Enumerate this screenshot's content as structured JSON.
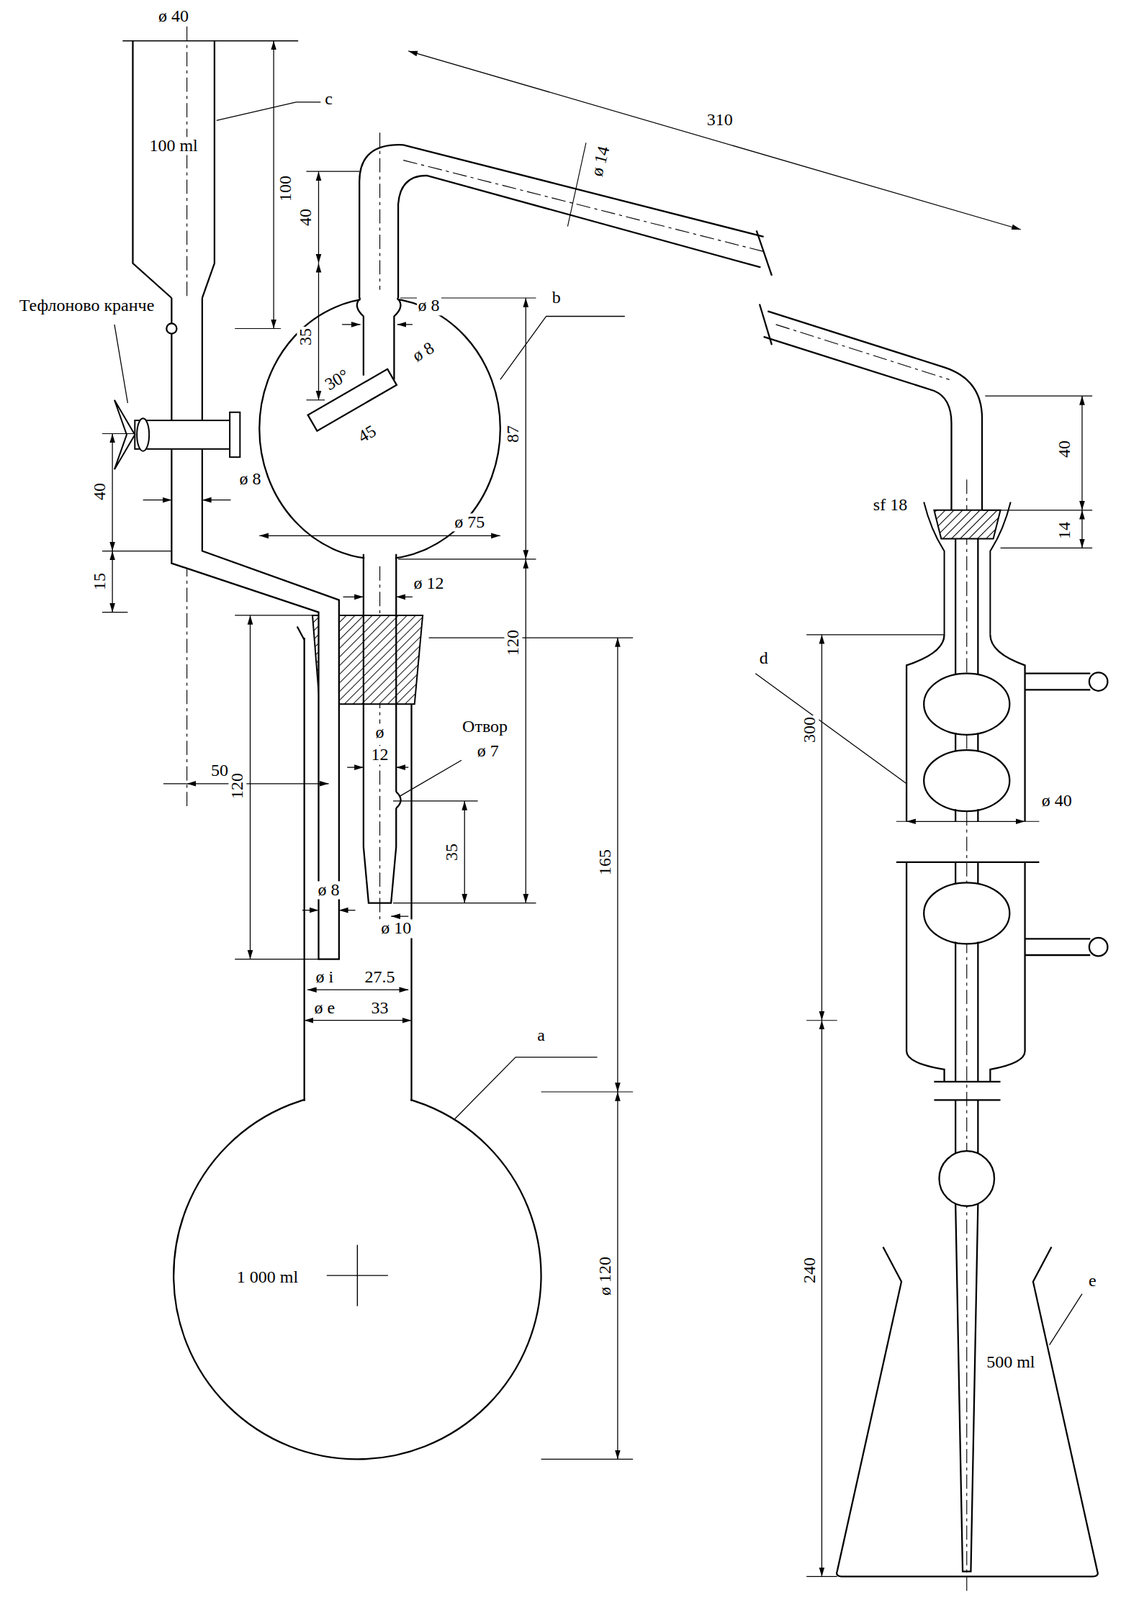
{
  "diagram": {
    "labels": [
      "ø 40",
      "c",
      "100 ml",
      "100",
      "40",
      "ø 14",
      "310",
      "b",
      "ø 8",
      "35",
      "30°",
      "ø 8",
      "45",
      "87",
      "Тефлоново кранче",
      "40",
      "ø 8",
      "15",
      "ø 75",
      "sf 18",
      "40",
      "14",
      "ø 12",
      "120",
      "50",
      "120",
      "ø",
      "12",
      "Отвор",
      "ø 7",
      "35",
      "165",
      "ø 8",
      "ø 10",
      "ø i",
      "27.5",
      "ø e",
      "33",
      "a",
      "d",
      "300",
      "ø 40",
      "ø 120",
      "1 000 ml",
      "240",
      "e",
      "500 ml"
    ]
  }
}
